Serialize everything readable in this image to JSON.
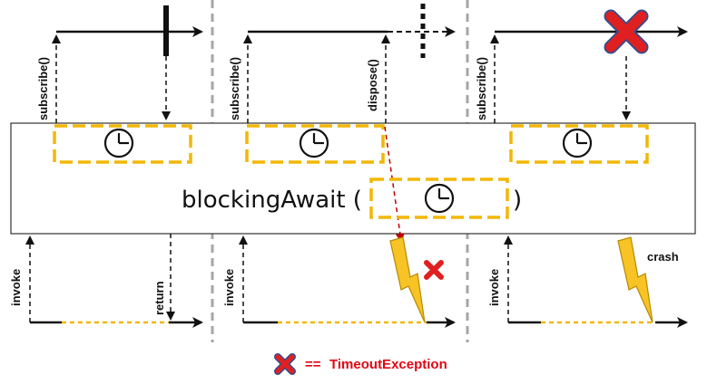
{
  "labels": {
    "subscribe": "subscribe()",
    "dispose": "dispose()",
    "invoke": "invoke",
    "return": "return",
    "crash": "crash"
  },
  "operator": {
    "name": "blockingAwait (",
    "close": ")"
  },
  "legend": {
    "equals": "==",
    "exception": "TimeoutException"
  },
  "colors": {
    "timer_border": "#f2b705",
    "legend_red": "#e30613",
    "cross_red": "#e02020",
    "bolt_fill": "#f7c325",
    "divider": "#a6a6a6"
  },
  "icons": [
    "clock-icon",
    "lightning-icon",
    "cross-icon"
  ]
}
